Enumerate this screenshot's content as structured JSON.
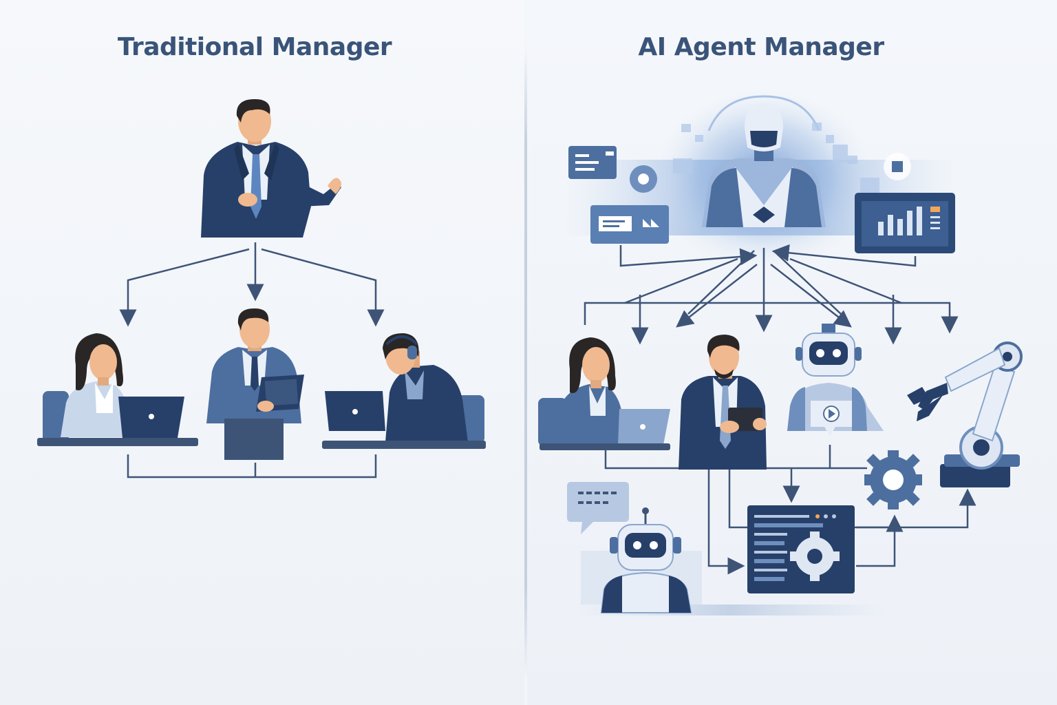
{
  "left": {
    "title": "Traditional Manager",
    "nodes": [
      "manager",
      "employee-laptop-woman",
      "employee-tablet-man",
      "employee-headset-desk"
    ]
  },
  "right": {
    "title": "AI Agent Manager",
    "nodes": [
      "ai-agent-hub",
      "employee-laptop-woman",
      "employee-tablet-man",
      "robot-assistant",
      "robotic-arm",
      "gear",
      "chatbot",
      "server-dashboard"
    ]
  },
  "colors": {
    "navy": "#27406a",
    "mid_blue": "#4d6f9f",
    "light_blue": "#8aa6cc",
    "pale": "#d9e3ef",
    "skin": "#f0b98f",
    "hair": "#2a2626",
    "line": "#3e5477"
  },
  "icons": [
    "chart-icon",
    "gear-icon",
    "chat-bubble-icon",
    "play-icon",
    "laptop-icon",
    "tablet-icon",
    "headset-icon"
  ]
}
